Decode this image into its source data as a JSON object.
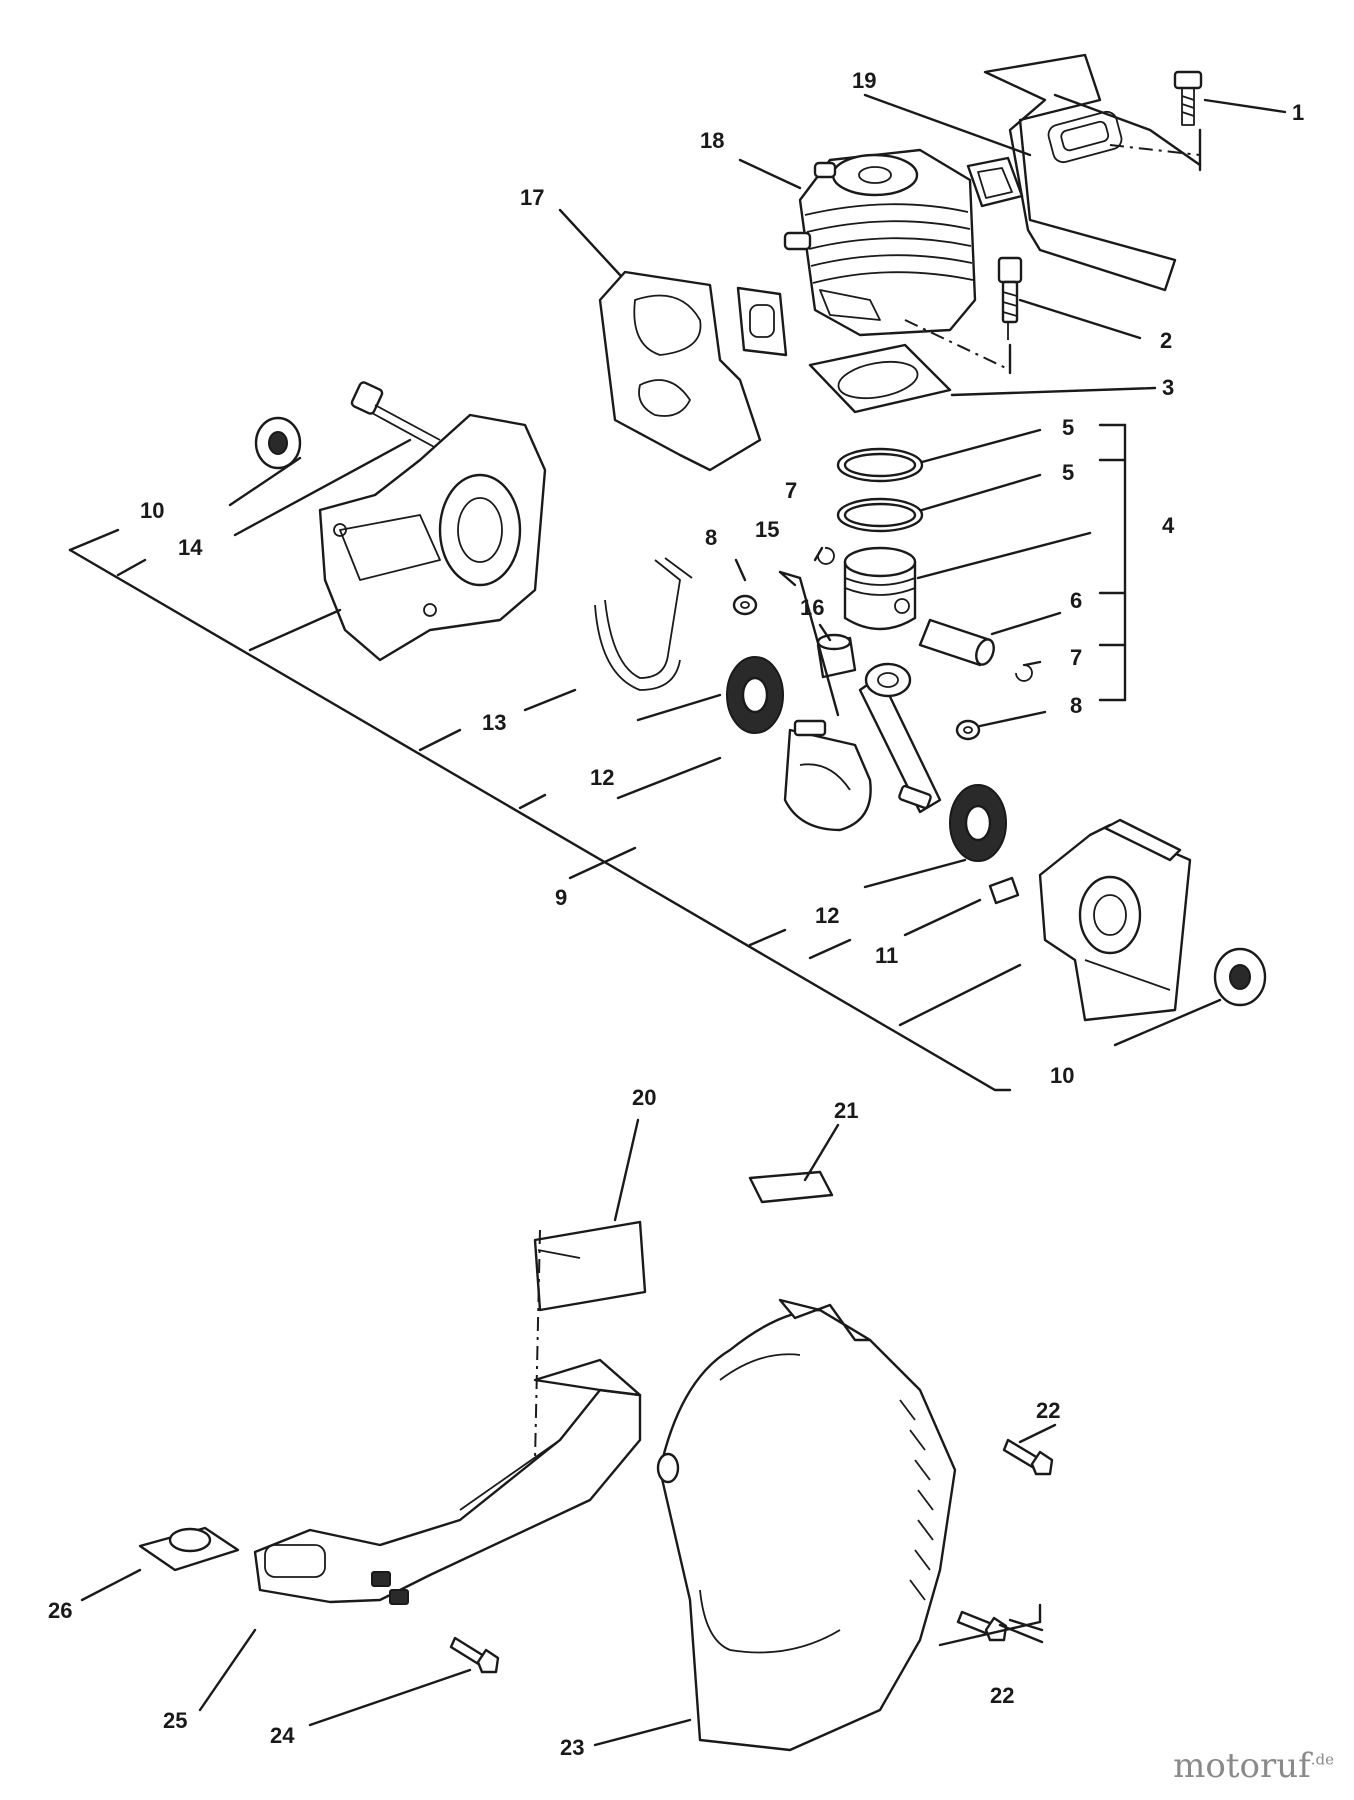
{
  "callouts": [
    "1",
    "2",
    "3",
    "4",
    "5",
    "5",
    "6",
    "7",
    "7",
    "8",
    "8",
    "9",
    "10",
    "10",
    "11",
    "12",
    "12",
    "13",
    "14",
    "15",
    "16",
    "17",
    "18",
    "19",
    "20",
    "21",
    "22",
    "22",
    "23",
    "24",
    "25",
    "26"
  ],
  "watermark": {
    "brand": "motoruf",
    "tld": ".de"
  }
}
